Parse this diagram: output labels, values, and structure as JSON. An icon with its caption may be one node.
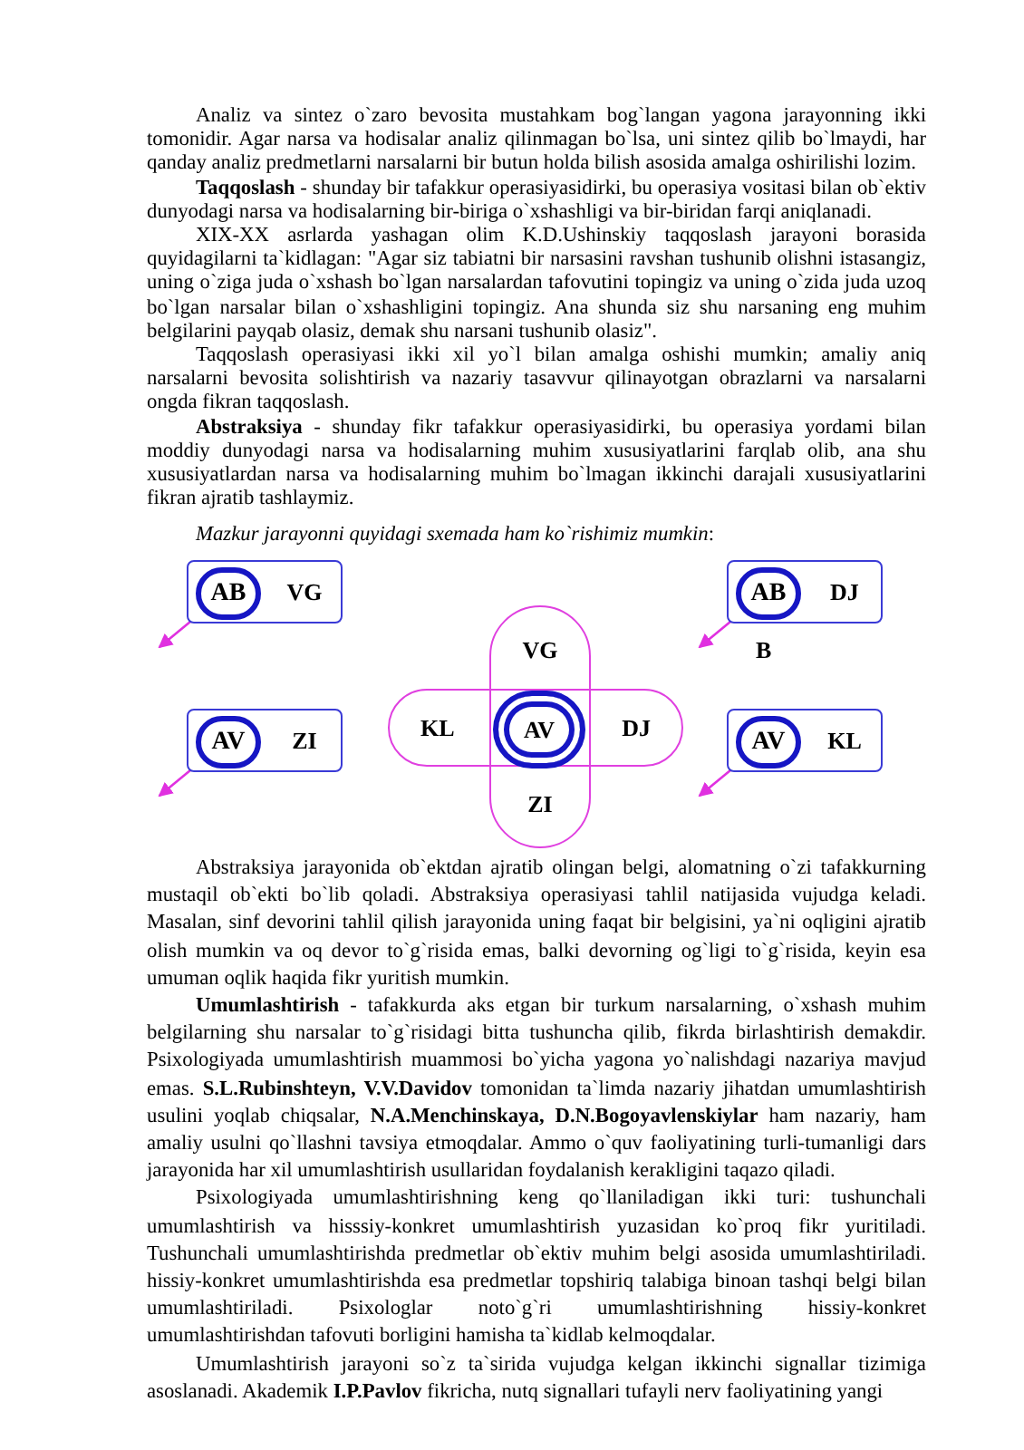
{
  "diagram": {
    "nodes": [
      {
        "text": [
          "VG"
        ]
      },
      {
        "text": [
          "AB"
        ],
        "in": 0
      },
      {
        "text": [
          "DJ"
        ]
      },
      {
        "text": [
          "AB"
        ],
        "in": 2,
        "beside": [
          "B"
        ]
      },
      {
        "text": [
          "VG",
          "ZI"
        ]
      },
      {
        "text": [
          "KL",
          "DJ"
        ]
      },
      {
        "text": [
          "AV"
        ]
      },
      {
        "text": [
          "ZI"
        ]
      },
      {
        "text": [
          "AV"
        ],
        "in": 7
      },
      {
        "text": [
          "KL"
        ]
      },
      {
        "text": [
          "AV"
        ],
        "in": 9
      }
    ],
    "edges": [
      {
        "from": 0,
        "to": null,
        "arrow": "to"
      },
      {
        "from": 2,
        "to": null,
        "arrow": "to"
      },
      {
        "from": 7,
        "to": null,
        "arrow": "to"
      },
      {
        "from": 9,
        "to": null,
        "arrow": "to"
      }
    ],
    "labels": [
      "Analiz va sintez o`zaro bevosita mustahkam bog`langan yagona jarayonning ikki tomonidir. Agar narsa va hodisalar analiz qilinmagan bo`lsa, uni sintez qilib bo`lmaydi, har qanday analiz predmetlarni narsalarni bir butun holda bilish asosida amalga oshirilishi lozim.",
      "**Taqqoslash** - shunday bir tafakkur operasiyasidirki, bu operasiya vositasi bilan ob`ektiv dunyodagi narsa va hodisalarning bir-biriga o`xshashligi va bir-biridan farqi aniqlanadi.",
      "XIX-XX asrlarda yashagan olim K.D.Ushinskiy taqqoslash jarayoni borasida quyidagilarni ta`kidlagan: \"Agar siz tabiatni bir narsasini ravshan tushunib olishni istasangiz, uning o`ziga juda o`xshash bo`lgan narsalardan tafovutini topingiz va uning o`zida juda uzoq bo`lgan narsalar bilan o`xshashligini topingiz. Ana shunda siz shu narsaning eng muhim belgilarini payqab olasiz, demak shu narsani tushunib olasiz\".",
      "Taqqoslash operasiyasi ikki xil yo`l bilan amalga oshishi mumkin; amaliy aniq narsalarni bevosita solishtirish va nazariy tasavvur qilinayotgan obrazlarni va narsalarni ongda fikran taqqoslash.",
      "**Abstraksiya** - shunday fikr tafakkur operasiyasidirki, bu operasiya yordami bilan moddiy dunyodagi narsa va hodisalarning muhim xususiyatlarini farqlab olib, ana shu xususiyatlardan narsa va hodisalarning muhim bo`lmagan ikkinchi darajali xususiyatlarini fikran ajratib tashlaymiz.",
      "*Mazkur jarayonni quyidagi sxemada ham ko`rishimiz mumkin*:",
      "Abstraksiya jarayonida ob`ektdan ajratib olingan belgi, alomatning o`zi tafakkurning mustaqil ob`ekti bo`lib qoladi. Abstraksiya operasiyasi tahlil natijasida vujudga keladi. Masalan, sinf devorini tahlil qilish jarayonida uning faqat bir belgisini, ya`ni oqligini ajratib olish mumkin va oq devor to`g`risida emas, balki devorning og`ligi to`g`risida, keyin esa umuman oqlik haqida fikr yuritish mumkin.",
      "**Umumlashtirish** - tafakkurda aks etgan bir turkum narsalarning, o`xshash muhim belgilarning shu narsalar to`g`risidagi bitta tushuncha qilib, fikrda birlashtirish demakdir. Psixologiyada umumlashtirish muammosi bo`yicha yagona yo`nalishdagi nazariya mavjud emas. **S.L.Rubinshteyn, V.V.Davidov** tomonidan ta`limda nazariy jihatdan umumlashtirish usulini yoqlab chiqsalar, **N.A.Menchinskaya, D.N.Bogoyavlenskiylar** ham nazariy, ham amaliy usulni qo`llashni tavsiya etmoqdalar. Ammo o`quv faoliyatining turli-tumanligi dars jarayonida har xil umumlashtirish usullaridan foydalanish kerakligini taqazo qiladi.",
      "Psixologiyada umumlashtirishning keng qo`llaniladigan ikki turi: tushunchali umumlashtirish va hisssiy-konkret umumlashtirish yuzasidan ko`proq fikr yuritiladi. Tushunchali umumlashtirishda predmetlar ob`ektiv muhim belgi asosida umumlashtiriladi. hissiy-konkret umumlashtirishda esa predmetlar topshiriq talabiga binoan tashqi belgi bilan umumlashtiriladi. Psixologlar noto`g`ri umumlashtirishning hissiy-konkret umumlashtirishdan tafovuti borligini hamisha ta`kidlab kelmoqdalar.",
      "Umumlashtirish jarayoni so`z ta`sirida vujudga kelgan ikkinchi signallar tizimiga asoslanadi. Akademik **I.P.Pavlov** fikricha, nutq signallari tufayli nerv faoliyatining yangi"
    ]
  }
}
